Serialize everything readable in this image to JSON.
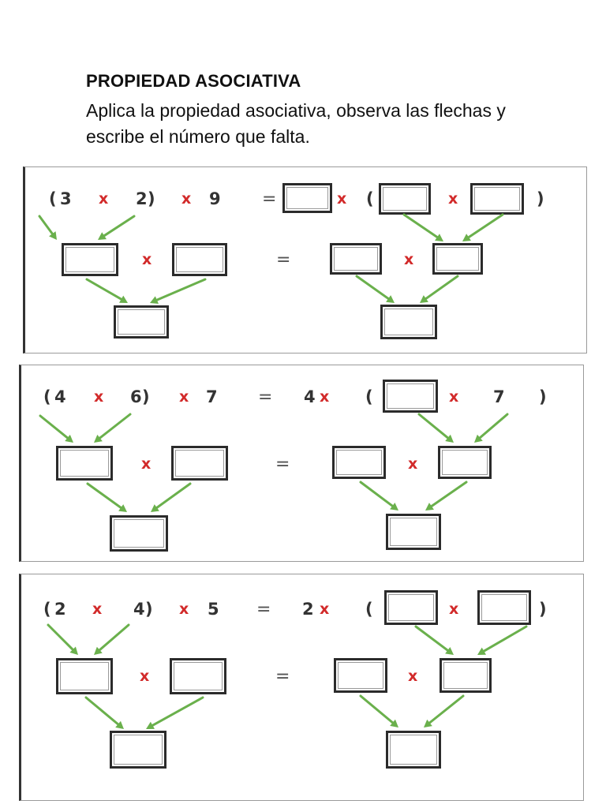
{
  "header": {
    "title": "PROPIEDAD ASOCIATIVA",
    "instruction": "Aplica la propiedad asociativa, observa las flechas y escribe el número que falta."
  },
  "symbols": {
    "times": "x",
    "equals": "=",
    "open_paren": "(",
    "close_paren": ")"
  },
  "colors": {
    "times_sign": "#d22a2a",
    "arrow": "#6ab04c",
    "box_border": "#2b2b2b"
  },
  "exercises": [
    {
      "left_a": "3",
      "left_b": "2",
      "left_c": "9",
      "right_a": "",
      "right_c": ""
    },
    {
      "left_a": "4",
      "left_b": "6",
      "left_c": "7",
      "right_a": "4",
      "right_c": "7"
    },
    {
      "left_a": "2",
      "left_b": "4",
      "left_c": "5",
      "right_a": "2",
      "right_c": ""
    }
  ]
}
